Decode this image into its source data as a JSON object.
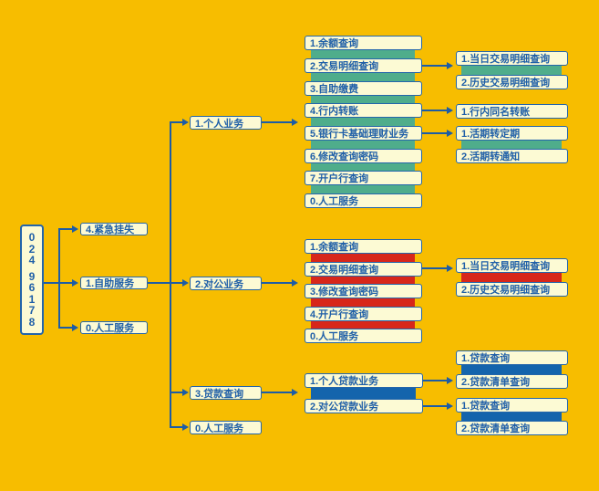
{
  "palette": {
    "background": "#F7BD00",
    "node_fill": "#FCFAD4",
    "node_border": "#2365AB",
    "node_text": "#1F5FA8",
    "connector": "#1D5CA5",
    "band_teal": "#4FAD8B",
    "band_red": "#D7271A",
    "band_blue": "#1464AC"
  },
  "phone": {
    "digits": [
      "0",
      "2",
      "4",
      "9",
      "6",
      "1",
      "7",
      "8"
    ]
  },
  "level2": [
    "4.紧急挂失",
    "1.自助服务",
    "0.人工服务"
  ],
  "level3": [
    "1.个人业务",
    "2.对公业务",
    "3.贷款查询",
    "0.人工服务"
  ],
  "personal": [
    "1.余额查询",
    "2.交易明细查询",
    "3.自助缴费",
    "4.行内转账",
    "5.银行卡基础理财业务",
    "6.修改查询密码",
    "7.开户行查询",
    "0.人工服务"
  ],
  "personal_detail": [
    "1.当日交易明细查询",
    "2.历史交易明细查询"
  ],
  "personal_transfer": [
    "1.行内同名转账"
  ],
  "personal_wealth": [
    "1.活期转定期",
    "2.活期转通知"
  ],
  "corporate": [
    "1.余额查询",
    "2.交易明细查询",
    "3.修改查询密码",
    "4.开户行查询",
    "0.人工服务"
  ],
  "corporate_detail": [
    "1.当日交易明细查询",
    "2.历史交易明细查询"
  ],
  "loans": [
    "1.个人贷款业务",
    "2.对公贷款业务"
  ],
  "personal_loan_detail": [
    "1.贷款查询",
    "2.贷款清单查询"
  ],
  "corporate_loan_detail": [
    "1.贷款查询",
    "2.贷款清单查询"
  ]
}
